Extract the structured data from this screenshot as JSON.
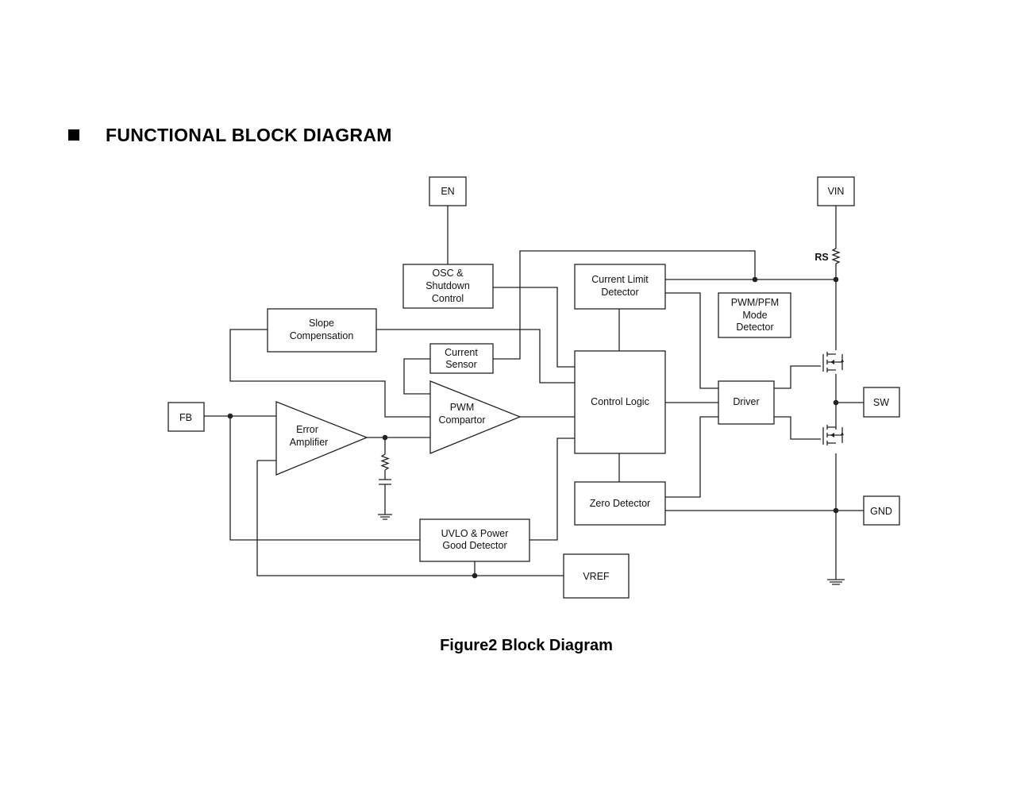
{
  "heading": "FUNCTIONAL BLOCK DIAGRAM",
  "caption": "Figure2 Block Diagram",
  "pins": {
    "en": "EN",
    "vin": "VIN",
    "fb": "FB",
    "sw": "SW",
    "gnd": "GND",
    "vref": "VREF"
  },
  "blocks": {
    "osc": [
      "OSC &",
      "Shutdown",
      "Control"
    ],
    "current_limit": [
      "Current Limit",
      "Detector"
    ],
    "pwm_pfm": [
      "PWM/PFM",
      "Mode",
      "Detector"
    ],
    "slope": [
      "Slope",
      "Compensation"
    ],
    "current_sensor": [
      "Current",
      "Sensor"
    ],
    "control_logic": "Control Logic",
    "driver": "Driver",
    "zero_detector": "Zero Detector",
    "uvlo": [
      "UVLO & Power",
      "Good Detector"
    ]
  },
  "amplifiers": {
    "error": [
      "Error",
      "Amplifier"
    ],
    "pwm": [
      "PWM",
      "Compartor"
    ]
  },
  "labels": {
    "rs": "RS"
  }
}
